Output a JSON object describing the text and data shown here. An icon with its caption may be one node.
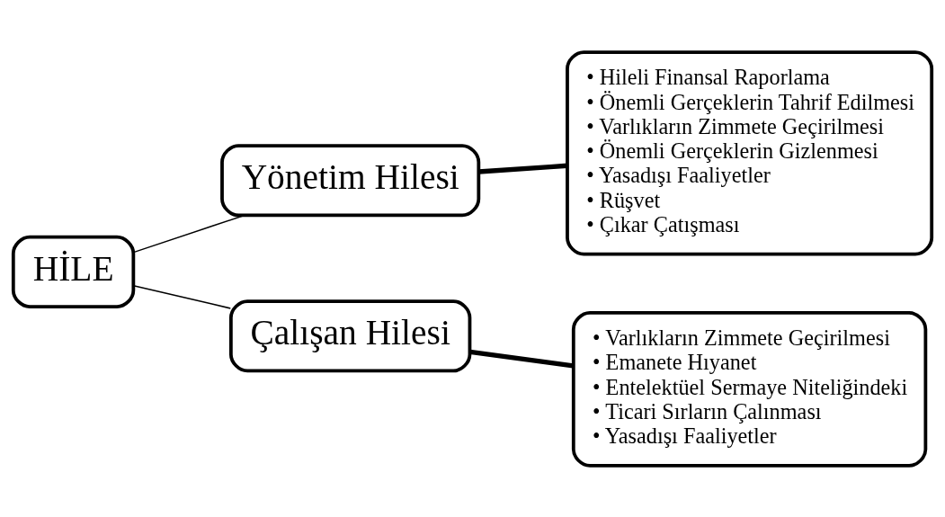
{
  "diagram": {
    "nodes": [
      {
        "text": [
          "HİLE"
        ]
      },
      {
        "text": [
          "Yönetim Hilesi"
        ]
      },
      {
        "text": [
          "Çalışan Hilesi"
        ]
      },
      {
        "text": [
          "• Hileli Finansal Raporlama",
          "• Önemli Gerçeklerin Tahrif Edilmesi",
          "• Varlıkların Zimmete Geçirilmesi",
          "• Önemli Gerçeklerin Gizlenmesi",
          "• Yasadışı Faaliyetler",
          "• Rüşvet",
          "• Çıkar Çatışması"
        ]
      },
      {
        "text": [
          "• Varlıkların Zimmete Geçirilmesi",
          "• Emanete Hıyanet",
          "• Entelektüel Sermaye Niteliğindeki",
          "• Ticari Sırların Çalınması",
          "• Yasadışı Faaliyetler"
        ]
      }
    ],
    "edges": [
      {
        "from": 0,
        "to": 1,
        "arrow": "none"
      },
      {
        "from": 0,
        "to": 2,
        "arrow": "none"
      },
      {
        "from": 1,
        "to": 3,
        "arrow": "none",
        "style": "thick"
      },
      {
        "from": 2,
        "to": 4,
        "arrow": "none",
        "style": "thick"
      }
    ]
  }
}
